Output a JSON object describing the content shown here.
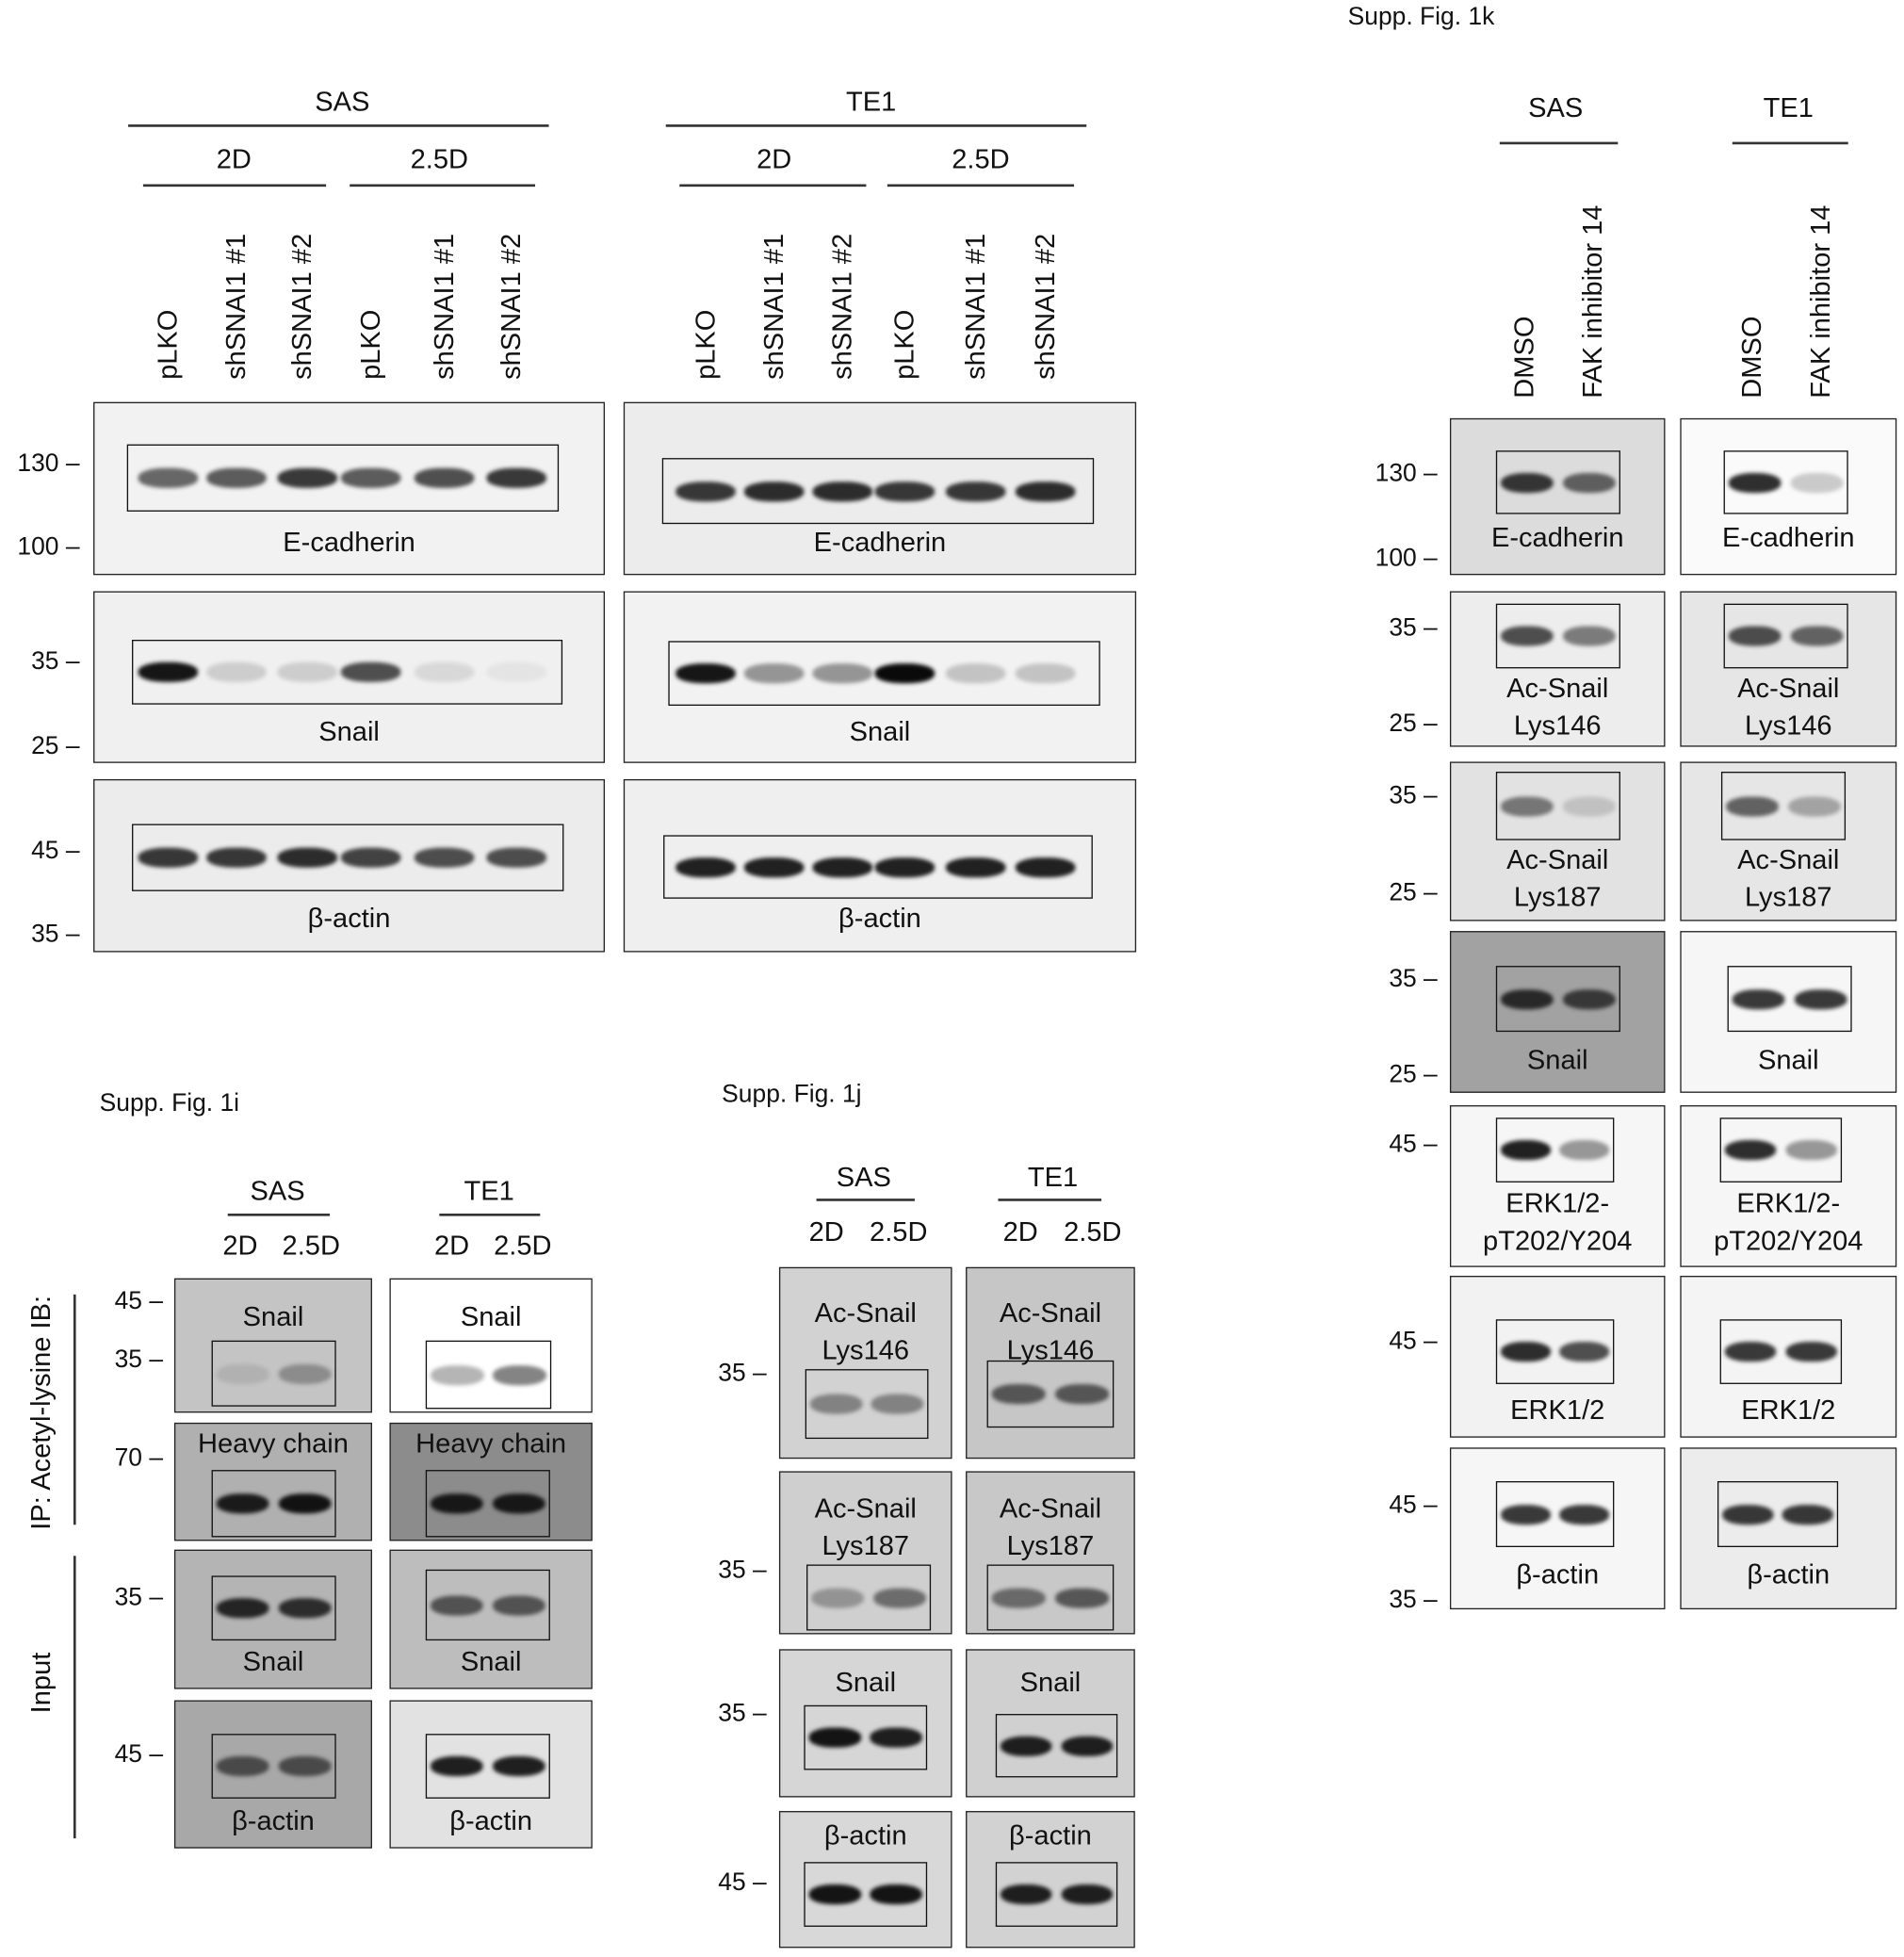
{
  "fig_main": {
    "cell_lines": [
      {
        "name": "SAS",
        "conditions": [
          "2D",
          "2.5D"
        ],
        "lanes": [
          "pLKO",
          "shSNAI1 #1",
          "shSNAI1 #2",
          "pLKO",
          "shSNAI1 #1",
          "shSNAI1 #2"
        ]
      },
      {
        "name": "TE1",
        "conditions": [
          "2D",
          "2.5D"
        ],
        "lanes": [
          "pLKO",
          "shSNAI1 #1",
          "shSNAI1 #2",
          "pLKO",
          "shSNAI1 #1",
          "shSNAI1 #2"
        ]
      }
    ],
    "blots": [
      {
        "label_lines": [
          "E-cadherin"
        ],
        "markers": [
          "130",
          "100"
        ],
        "band_intensity": [
          [
            0.6,
            0.65,
            0.8,
            0.65,
            0.7,
            0.8
          ],
          [
            0.8,
            0.85,
            0.85,
            0.8,
            0.8,
            0.85
          ]
        ]
      },
      {
        "label_lines": [
          "Snail"
        ],
        "markers": [
          "35",
          "25"
        ],
        "band_intensity": [
          [
            0.95,
            0.15,
            0.15,
            0.7,
            0.1,
            0.05
          ],
          [
            0.95,
            0.4,
            0.4,
            1.0,
            0.2,
            0.2
          ]
        ]
      },
      {
        "label_lines": [
          "β-actin"
        ],
        "markers": [
          "45",
          "35"
        ],
        "band_intensity": [
          [
            0.8,
            0.8,
            0.85,
            0.75,
            0.7,
            0.7
          ],
          [
            0.9,
            0.9,
            0.9,
            0.9,
            0.9,
            0.9
          ]
        ]
      }
    ]
  },
  "supp_1k": {
    "title": "Supp. Fig. 1k",
    "cell_lines": [
      {
        "name": "SAS",
        "lanes": [
          "DMSO",
          "FAK inhibitor 14"
        ]
      },
      {
        "name": "TE1",
        "lanes": [
          "DMSO",
          "FAK inhibitor 14"
        ]
      }
    ],
    "blots": [
      {
        "label_lines": [
          "E-cadherin"
        ],
        "markers": [
          "130",
          "100"
        ],
        "band_intensity": [
          [
            0.8,
            0.6
          ],
          [
            0.85,
            0.2
          ]
        ]
      },
      {
        "label_lines": [
          "Ac-Snail",
          "Lys146"
        ],
        "markers": [
          "35",
          "25"
        ],
        "band_intensity": [
          [
            0.7,
            0.5
          ],
          [
            0.7,
            0.6
          ]
        ]
      },
      {
        "label_lines": [
          "Ac-Snail",
          "Lys187"
        ],
        "markers": [
          "35",
          "25"
        ],
        "band_intensity": [
          [
            0.5,
            0.15
          ],
          [
            0.6,
            0.3
          ]
        ]
      },
      {
        "label_lines": [
          "Snail"
        ],
        "markers": [
          "35",
          "25"
        ],
        "band_intensity": [
          [
            0.8,
            0.7
          ],
          [
            0.8,
            0.8
          ]
        ]
      },
      {
        "label_lines": [
          "ERK1/2-",
          "pT202/Y204"
        ],
        "markers": [
          "45"
        ],
        "band_intensity": [
          [
            0.9,
            0.4
          ],
          [
            0.85,
            0.4
          ]
        ]
      },
      {
        "label_lines": [
          "ERK1/2"
        ],
        "markers": [
          "45"
        ],
        "band_intensity": [
          [
            0.85,
            0.7
          ],
          [
            0.8,
            0.8
          ]
        ]
      },
      {
        "label_lines": [
          "β-actin"
        ],
        "markers": [
          "45",
          "35"
        ],
        "band_intensity": [
          [
            0.8,
            0.8
          ],
          [
            0.8,
            0.8
          ]
        ]
      }
    ]
  },
  "supp_1i": {
    "title": "Supp. Fig. 1i",
    "side_labels": [
      "IP: Acetyl-lysine IB:",
      "Input"
    ],
    "cell_lines": [
      {
        "name": "SAS",
        "lanes": [
          "2D",
          "2.5D"
        ]
      },
      {
        "name": "TE1",
        "lanes": [
          "2D",
          "2.5D"
        ]
      }
    ],
    "blots": [
      {
        "label_lines": [
          "Snail"
        ],
        "markers": [
          "45",
          "35"
        ],
        "band_intensity": [
          [
            0.1,
            0.3
          ],
          [
            0.3,
            0.5
          ]
        ]
      },
      {
        "label_lines": [
          "Heavy chain"
        ],
        "markers": [
          "70"
        ],
        "band_intensity": [
          [
            0.9,
            0.95
          ],
          [
            0.9,
            0.9
          ]
        ]
      },
      {
        "label_lines": [
          "Snail"
        ],
        "markers": [
          "35"
        ],
        "band_intensity": [
          [
            0.85,
            0.8
          ],
          [
            0.6,
            0.6
          ]
        ]
      },
      {
        "label_lines": [
          "β-actin"
        ],
        "markers": [
          "45"
        ],
        "band_intensity": [
          [
            0.6,
            0.6
          ],
          [
            0.9,
            0.9
          ]
        ]
      }
    ]
  },
  "supp_1j": {
    "title": "Supp. Fig. 1j",
    "cell_lines": [
      {
        "name": "SAS",
        "lanes": [
          "2D",
          "2.5D"
        ]
      },
      {
        "name": "TE1",
        "lanes": [
          "2D",
          "2.5D"
        ]
      }
    ],
    "blots": [
      {
        "label_lines": [
          "Ac-Snail",
          "Lys146"
        ],
        "markers": [
          "35"
        ],
        "band_intensity": [
          [
            0.4,
            0.4
          ],
          [
            0.6,
            0.6
          ]
        ]
      },
      {
        "label_lines": [
          "Ac-Snail",
          "Lys187"
        ],
        "markers": [
          "35"
        ],
        "band_intensity": [
          [
            0.3,
            0.5
          ],
          [
            0.5,
            0.6
          ]
        ]
      },
      {
        "label_lines": [
          "Snail"
        ],
        "markers": [
          "35"
        ],
        "band_intensity": [
          [
            0.95,
            0.9
          ],
          [
            0.9,
            0.9
          ]
        ]
      },
      {
        "label_lines": [
          "β-actin"
        ],
        "markers": [
          "45"
        ],
        "band_intensity": [
          [
            0.95,
            0.95
          ],
          [
            0.9,
            0.9
          ]
        ]
      }
    ]
  }
}
